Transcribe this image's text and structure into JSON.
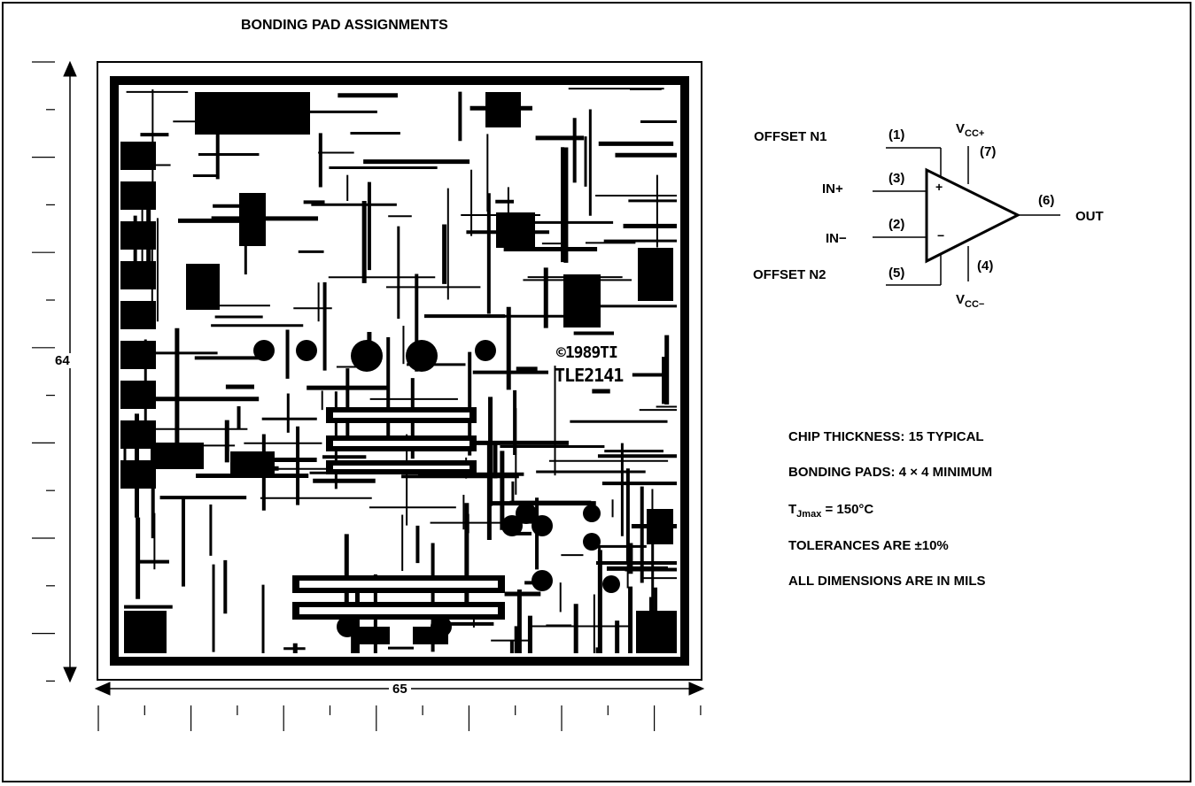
{
  "title": "BONDING PAD ASSIGNMENTS",
  "dimensions": {
    "height": "64",
    "width": "65"
  },
  "die_marking": {
    "line1": "©1989TI",
    "line2": "TLE2141"
  },
  "opamp": {
    "offset_n1": "OFFSET N1",
    "pin1": "(1)",
    "in_plus": "IN+",
    "pin3": "(3)",
    "in_minus": "IN−",
    "pin2": "(2)",
    "offset_n2": "OFFSET N2",
    "pin5": "(5)",
    "vcc_plus_main": "V",
    "vcc_plus_sub": "CC+",
    "pin7": "(7)",
    "vcc_minus_main": "V",
    "vcc_minus_sub": "CC−",
    "pin4": "(4)",
    "out": "OUT",
    "pin6": "(6)",
    "plus_sign": "+",
    "minus_sign": "−"
  },
  "specs": {
    "chip_thickness": "CHIP THICKNESS: 15 TYPICAL",
    "bonding_pads": "BONDING PADS: 4 × 4 MINIMUM",
    "tj_main": "T",
    "tj_sub": "Jmax",
    "tj_rest": " = 150°C",
    "tolerances": "TOLERANCES ARE ±10%",
    "units": "ALL DIMENSIONS ARE IN MILS"
  }
}
